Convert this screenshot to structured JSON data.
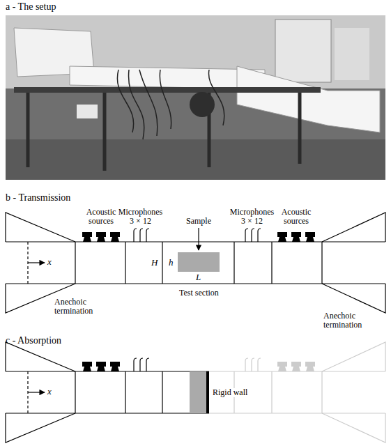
{
  "diagram": {
    "labels": [
      "a - The setup",
      "b - Transmission",
      "Acoustic sources",
      "Microphones 3 × 12",
      "Microphones 3 × 12",
      "Acoustic sources",
      "Sample",
      "x",
      "H",
      "h",
      "L",
      "Anechoic termination",
      "Test section",
      "Anechoic termination",
      "c - Absorption",
      "x",
      "Rigid wall"
    ]
  }
}
